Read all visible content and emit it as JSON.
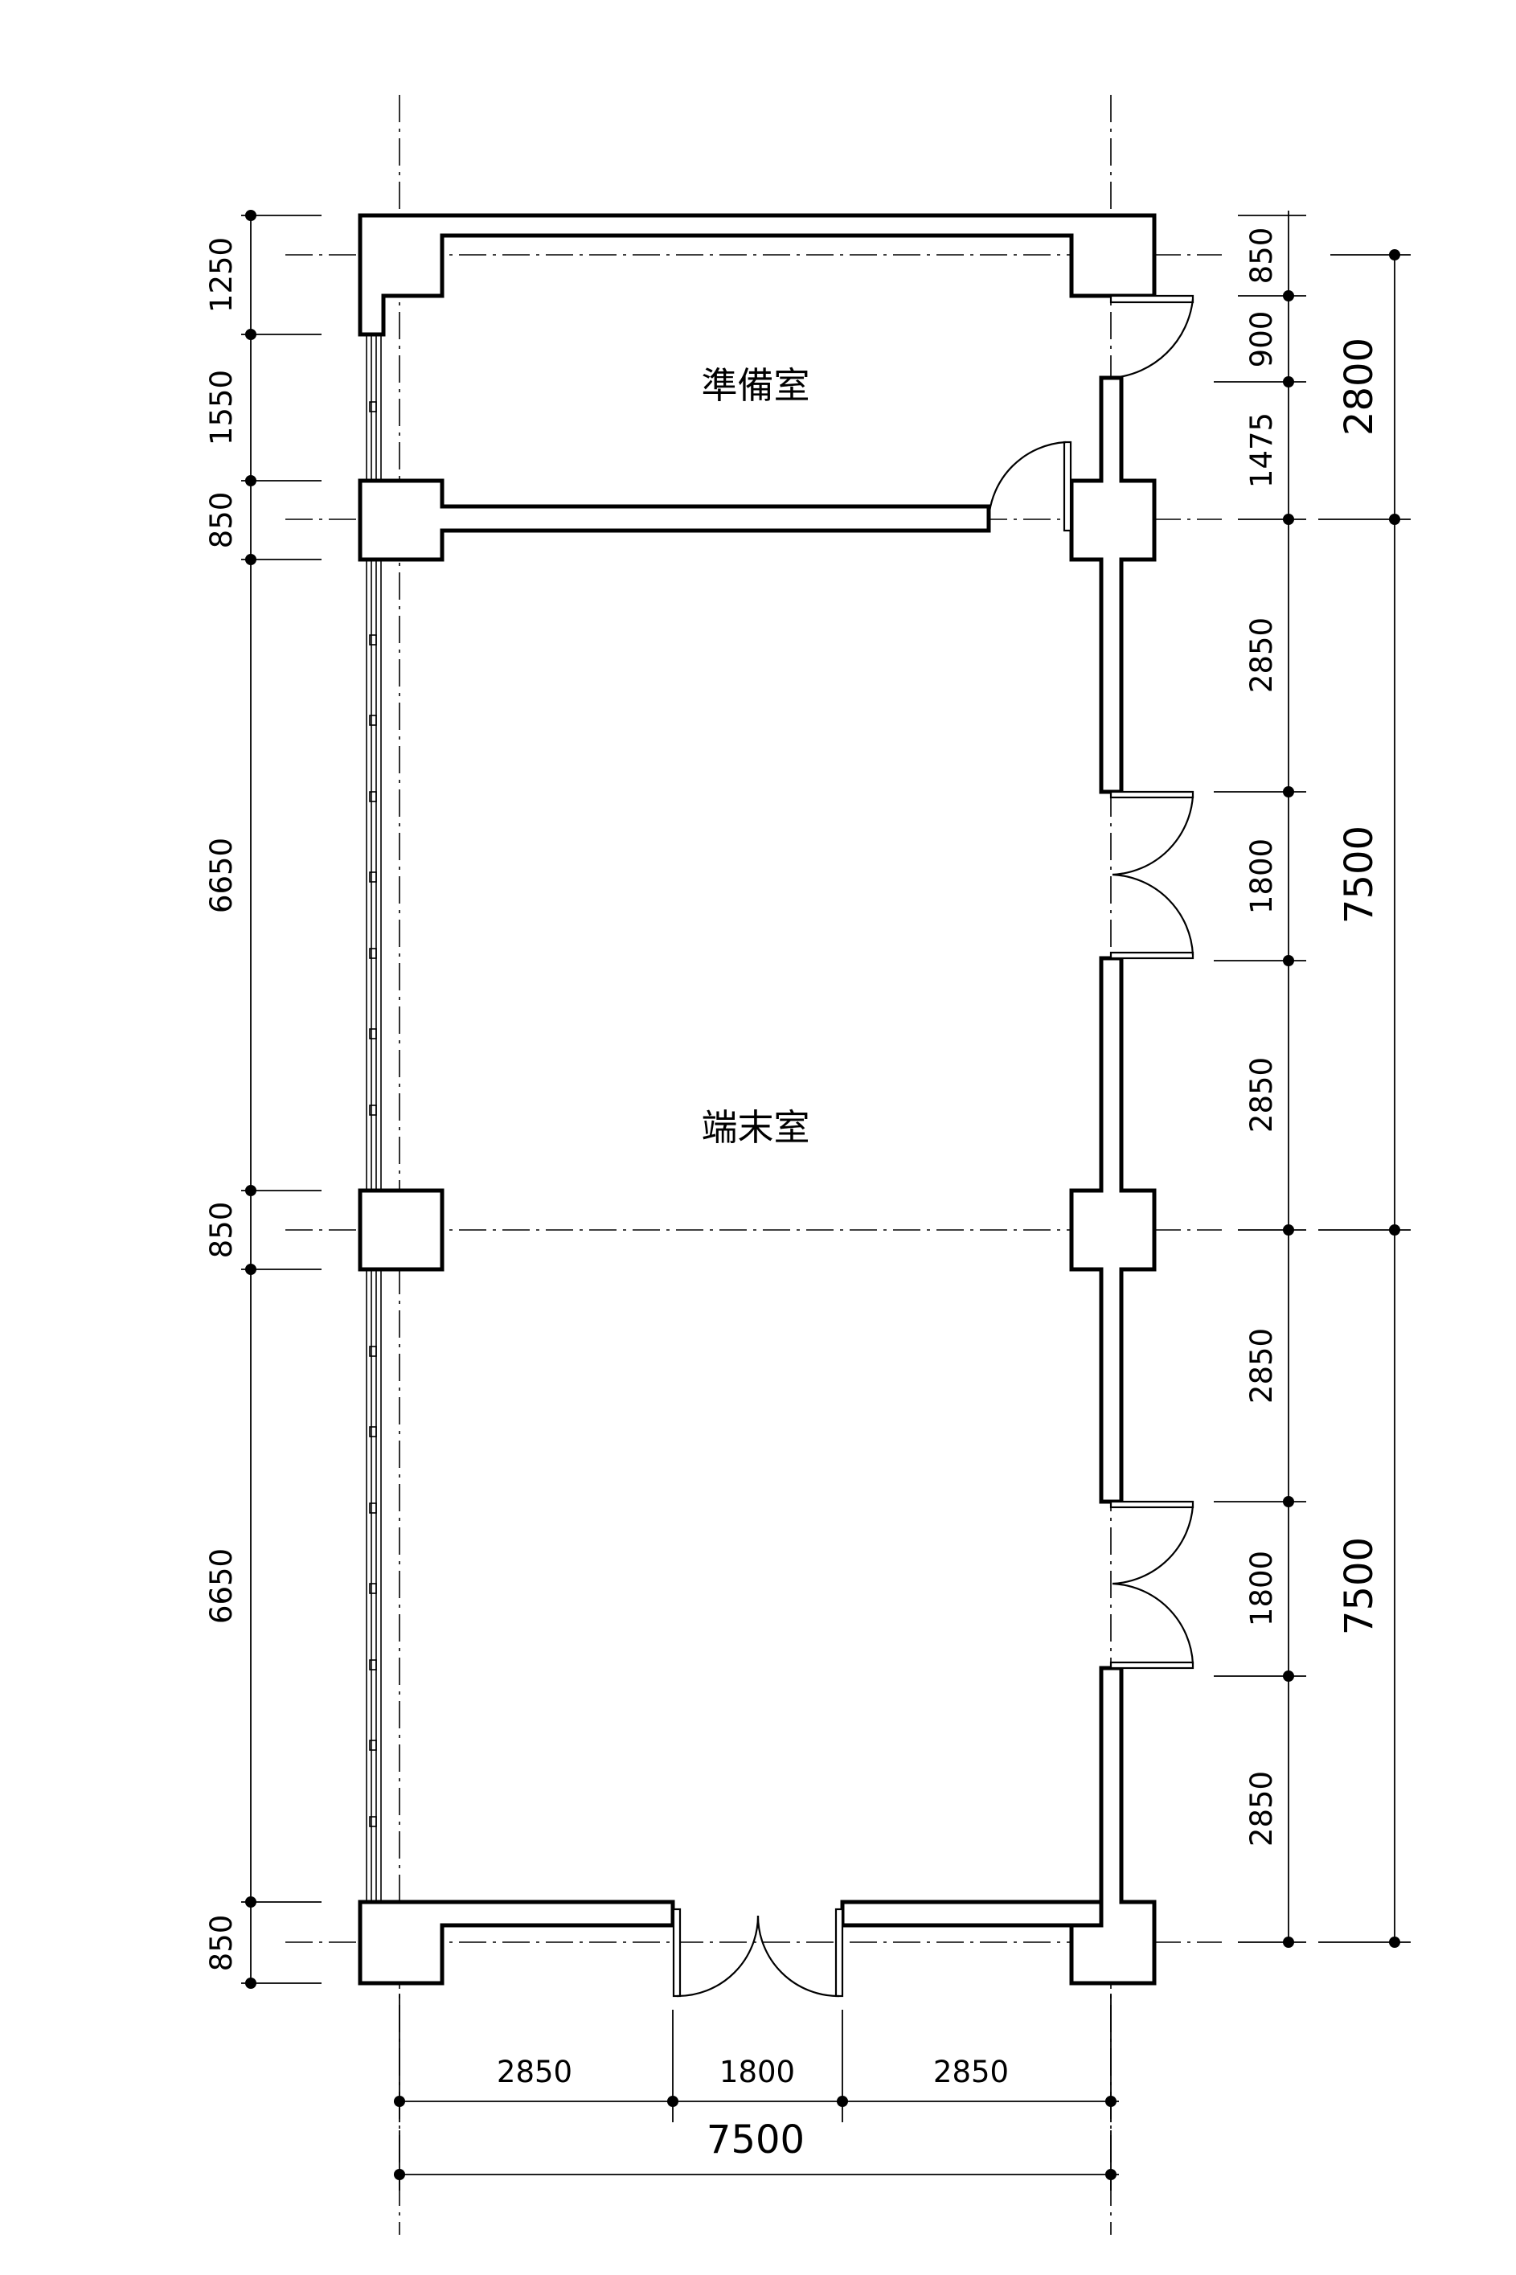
{
  "rooms": {
    "prep": "準備室",
    "terminal": "端末室"
  },
  "dims": {
    "left": [
      "1250",
      "1550",
      "850",
      "6650",
      "850",
      "6650",
      "850"
    ],
    "right_inner": [
      "850",
      "900",
      "1475",
      "2850",
      "1800",
      "2850",
      "2850",
      "1800",
      "2850"
    ],
    "right_outer": [
      "2800",
      "7500",
      "7500"
    ],
    "bottom_inner": [
      "2850",
      "1800",
      "2850"
    ],
    "bottom_total": "7500"
  }
}
